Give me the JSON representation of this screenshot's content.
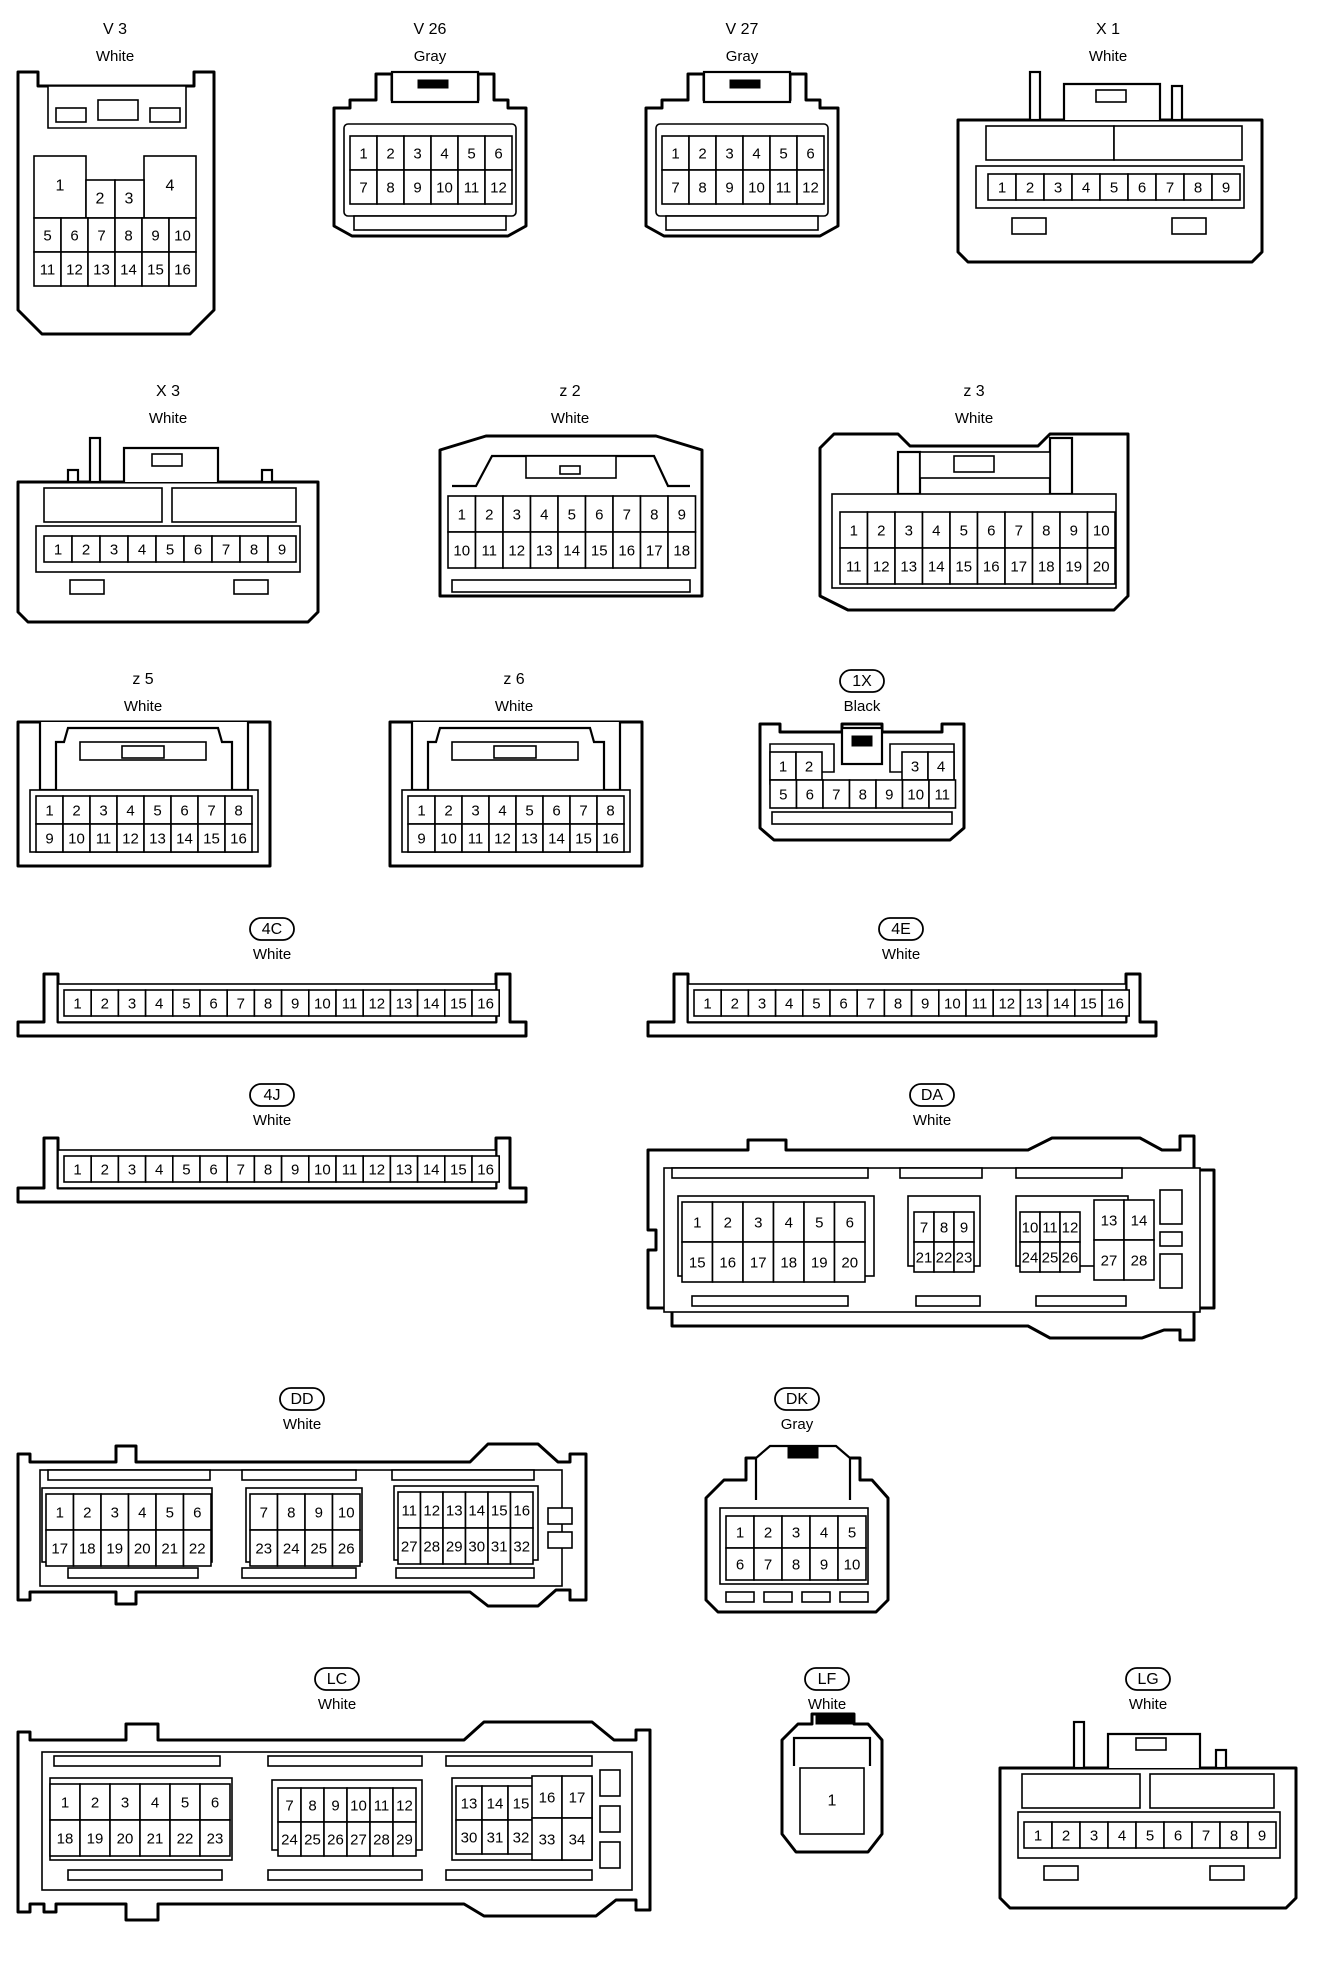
{
  "connectors": [
    {
      "code": "V 3",
      "color": "White",
      "pins": [
        "1",
        "2",
        "3",
        "4",
        "5",
        "6",
        "7",
        "8",
        "9",
        "10",
        "11",
        "12",
        "13",
        "14",
        "15",
        "16"
      ]
    },
    {
      "code": "V 26",
      "color": "Gray",
      "pins": [
        "1",
        "2",
        "3",
        "4",
        "5",
        "6",
        "7",
        "8",
        "9",
        "10",
        "11",
        "12"
      ]
    },
    {
      "code": "V 27",
      "color": "Gray",
      "pins": [
        "1",
        "2",
        "3",
        "4",
        "5",
        "6",
        "7",
        "8",
        "9",
        "10",
        "11",
        "12"
      ]
    },
    {
      "code": "X 1",
      "color": "White",
      "pins": [
        "1",
        "2",
        "3",
        "4",
        "5",
        "6",
        "7",
        "8",
        "9"
      ]
    },
    {
      "code": "X 3",
      "color": "White",
      "pins": [
        "1",
        "2",
        "3",
        "4",
        "5",
        "6",
        "7",
        "8",
        "9"
      ]
    },
    {
      "code": "z 2",
      "color": "White",
      "pins": [
        "1",
        "2",
        "3",
        "4",
        "5",
        "6",
        "7",
        "8",
        "9",
        "10",
        "11",
        "12",
        "13",
        "14",
        "15",
        "16",
        "17",
        "18"
      ]
    },
    {
      "code": "z 3",
      "color": "White",
      "pins": [
        "1",
        "2",
        "3",
        "4",
        "5",
        "6",
        "7",
        "8",
        "9",
        "10",
        "11",
        "12",
        "13",
        "14",
        "15",
        "16",
        "17",
        "18",
        "19",
        "20"
      ]
    },
    {
      "code": "z 5",
      "color": "White",
      "pins": [
        "1",
        "2",
        "3",
        "4",
        "5",
        "6",
        "7",
        "8",
        "9",
        "10",
        "11",
        "12",
        "13",
        "14",
        "15",
        "16"
      ]
    },
    {
      "code": "z 6",
      "color": "White",
      "pins": [
        "1",
        "2",
        "3",
        "4",
        "5",
        "6",
        "7",
        "8",
        "9",
        "10",
        "11",
        "12",
        "13",
        "14",
        "15",
        "16"
      ]
    },
    {
      "code": "1X",
      "color": "Black",
      "pins": [
        "1",
        "2",
        "3",
        "4",
        "5",
        "6",
        "7",
        "8",
        "9",
        "10",
        "11"
      ]
    },
    {
      "code": "4C",
      "color": "White",
      "pins": [
        "1",
        "2",
        "3",
        "4",
        "5",
        "6",
        "7",
        "8",
        "9",
        "10",
        "11",
        "12",
        "13",
        "14",
        "15",
        "16"
      ]
    },
    {
      "code": "4E",
      "color": "White",
      "pins": [
        "1",
        "2",
        "3",
        "4",
        "5",
        "6",
        "7",
        "8",
        "9",
        "10",
        "11",
        "12",
        "13",
        "14",
        "15",
        "16"
      ]
    },
    {
      "code": "4J",
      "color": "White",
      "pins": [
        "1",
        "2",
        "3",
        "4",
        "5",
        "6",
        "7",
        "8",
        "9",
        "10",
        "11",
        "12",
        "13",
        "14",
        "15",
        "16"
      ]
    },
    {
      "code": "DA",
      "color": "White",
      "pins": [
        "1",
        "2",
        "3",
        "4",
        "5",
        "6",
        "7",
        "8",
        "9",
        "10",
        "11",
        "12",
        "13",
        "14",
        "15",
        "16",
        "17",
        "18",
        "19",
        "20",
        "21",
        "22",
        "23",
        "24",
        "25",
        "26",
        "27",
        "28"
      ]
    },
    {
      "code": "DD",
      "color": "White",
      "pins": [
        "1",
        "2",
        "3",
        "4",
        "5",
        "6",
        "7",
        "8",
        "9",
        "10",
        "11",
        "12",
        "13",
        "14",
        "15",
        "16",
        "17",
        "18",
        "19",
        "20",
        "21",
        "22",
        "23",
        "24",
        "25",
        "26",
        "27",
        "28",
        "29",
        "30",
        "31",
        "32"
      ]
    },
    {
      "code": "DK",
      "color": "Gray",
      "pins": [
        "1",
        "2",
        "3",
        "4",
        "5",
        "6",
        "7",
        "8",
        "9",
        "10"
      ]
    },
    {
      "code": "LC",
      "color": "White",
      "pins": [
        "1",
        "2",
        "3",
        "4",
        "5",
        "6",
        "7",
        "8",
        "9",
        "10",
        "11",
        "12",
        "13",
        "14",
        "15",
        "16",
        "17",
        "18",
        "19",
        "20",
        "21",
        "22",
        "23",
        "24",
        "25",
        "26",
        "27",
        "28",
        "29",
        "30",
        "31",
        "32",
        "33",
        "34"
      ]
    },
    {
      "code": "LF",
      "color": "White",
      "pins": [
        "1"
      ]
    },
    {
      "code": "LG",
      "color": "White",
      "pins": [
        "1",
        "2",
        "3",
        "4",
        "5",
        "6",
        "7",
        "8",
        "9"
      ]
    }
  ]
}
